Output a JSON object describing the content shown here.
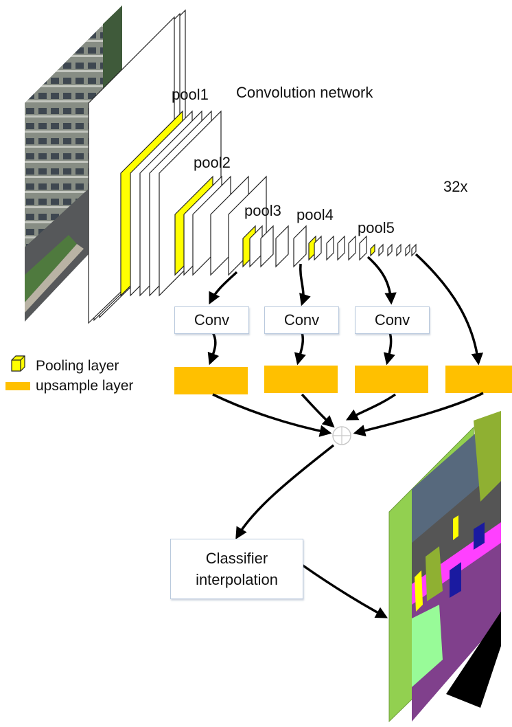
{
  "title": "Convolution network",
  "pool_labels": [
    "pool1",
    "pool2",
    "pool3",
    "pool4",
    "pool5"
  ],
  "scale_label": "32x",
  "conv_boxes": [
    "Conv",
    "Conv",
    "Conv"
  ],
  "classifier": {
    "line1": "Classifier",
    "line2": "interpolation"
  },
  "legend": {
    "pooling": "Pooling layer",
    "upsample": "upsample layer"
  },
  "colors": {
    "pooling": "#ffff00",
    "upsample": "#ffc000",
    "output_back": "#92d050",
    "seg_road": "#80408c",
    "seg_building": "#555555",
    "seg_vegetation": "#8fb032",
    "seg_sidewalk": "#ff40ff",
    "seg_car": "#1a1aa0",
    "seg_sky": "#5b8fc9",
    "seg_grass": "#98fb98"
  }
}
